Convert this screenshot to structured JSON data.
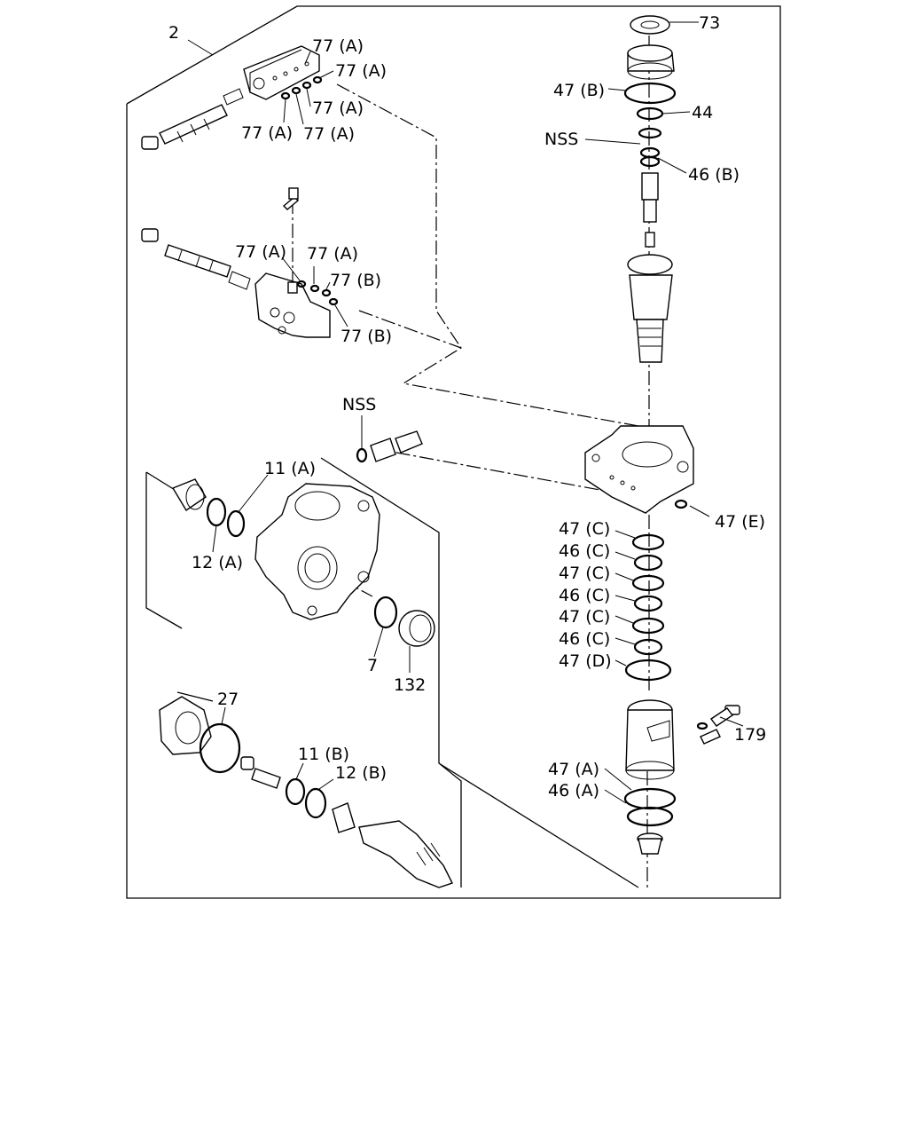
{
  "labels": {
    "assembly": "2",
    "seal_top": "73",
    "o_ring_47b": "47 (B)",
    "bearing_44": "44",
    "nss_top": "NSS",
    "seal_46b": "46 (B)",
    "oring_77a_1": "77 (A)",
    "oring_77a_2": "77 (A)",
    "oring_77a_3": "77 (A)",
    "oring_77a_4": "77 (A)",
    "oring_77a_5": "77 (A)",
    "oring_77a_6": "77 (A)",
    "oring_77a_7": "77 (A)",
    "oring_77b_1": "77 (B)",
    "oring_77b_2": "77 (B)",
    "nss_mid": "NSS",
    "ring_11a": "11 (A)",
    "ring_12a": "12 (A)",
    "ring_7": "7",
    "seal_132": "132",
    "oring_27": "27",
    "ring_11b": "11 (B)",
    "ring_12b": "12 (B)",
    "oring_47e": "47 (E)",
    "oring_47c_1": "47 (C)",
    "seal_46c_1": "46 (C)",
    "oring_47c_2": "47 (C)",
    "seal_46c_2": "46 (C)",
    "oring_47c_3": "47 (C)",
    "seal_46c_3": "46 (C)",
    "oring_47d": "47 (D)",
    "bolt_179": "179",
    "oring_47a": "47 (A)",
    "seal_46a": "46 (A)"
  }
}
